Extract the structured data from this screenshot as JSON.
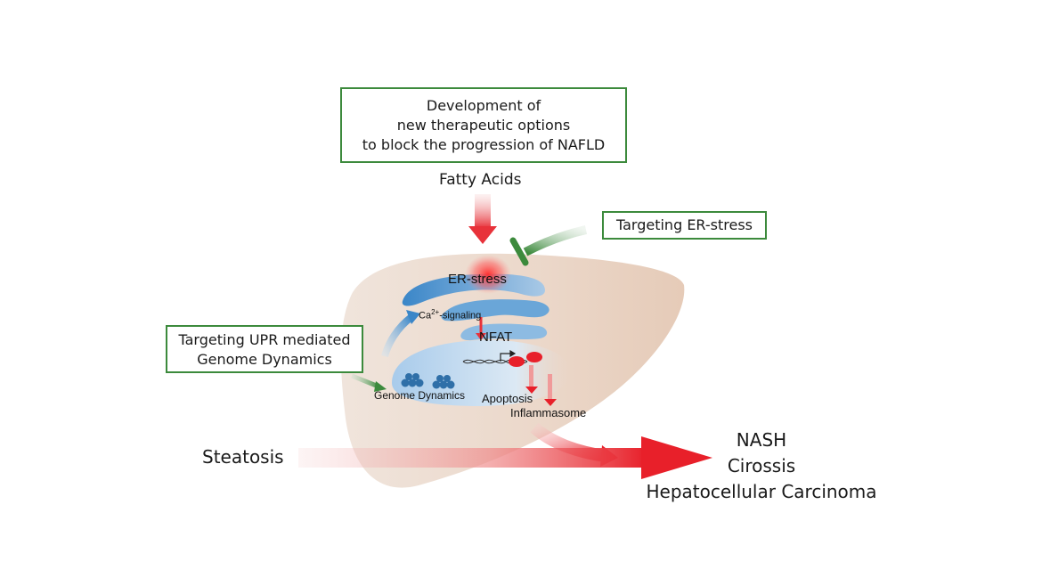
{
  "header_box": {
    "line1": "Development of",
    "line2": "new therapeutic options",
    "line3": "to block the progression of NAFLD"
  },
  "fatty_acids": "Fatty Acids",
  "target_er": "Targeting ER-stress",
  "target_upr": {
    "line1": "Targeting UPR mediated",
    "line2": "Genome Dynamics"
  },
  "cell_labels": {
    "er_stress": "ER-stress",
    "ca_signaling_prefix": "Ca",
    "ca_signaling_sup": "2+",
    "ca_signaling_suffix": "-signaling",
    "nfat": "NFAT",
    "genome_dynamics": "Genome Dynamics",
    "apoptosis": "Apoptosis",
    "inflammasome": "Inflammasome"
  },
  "steatosis": "Steatosis",
  "outcomes": [
    "NASH",
    "Cirossis",
    "Hepatocellular Carcinoma"
  ],
  "colors": {
    "box_border": "#3c8a3c",
    "green_arrow": "#3c8a3c",
    "red_arrow": "#e8202a",
    "liver_fill": "#ecd9cc",
    "er_blue": "#3a86c8"
  }
}
